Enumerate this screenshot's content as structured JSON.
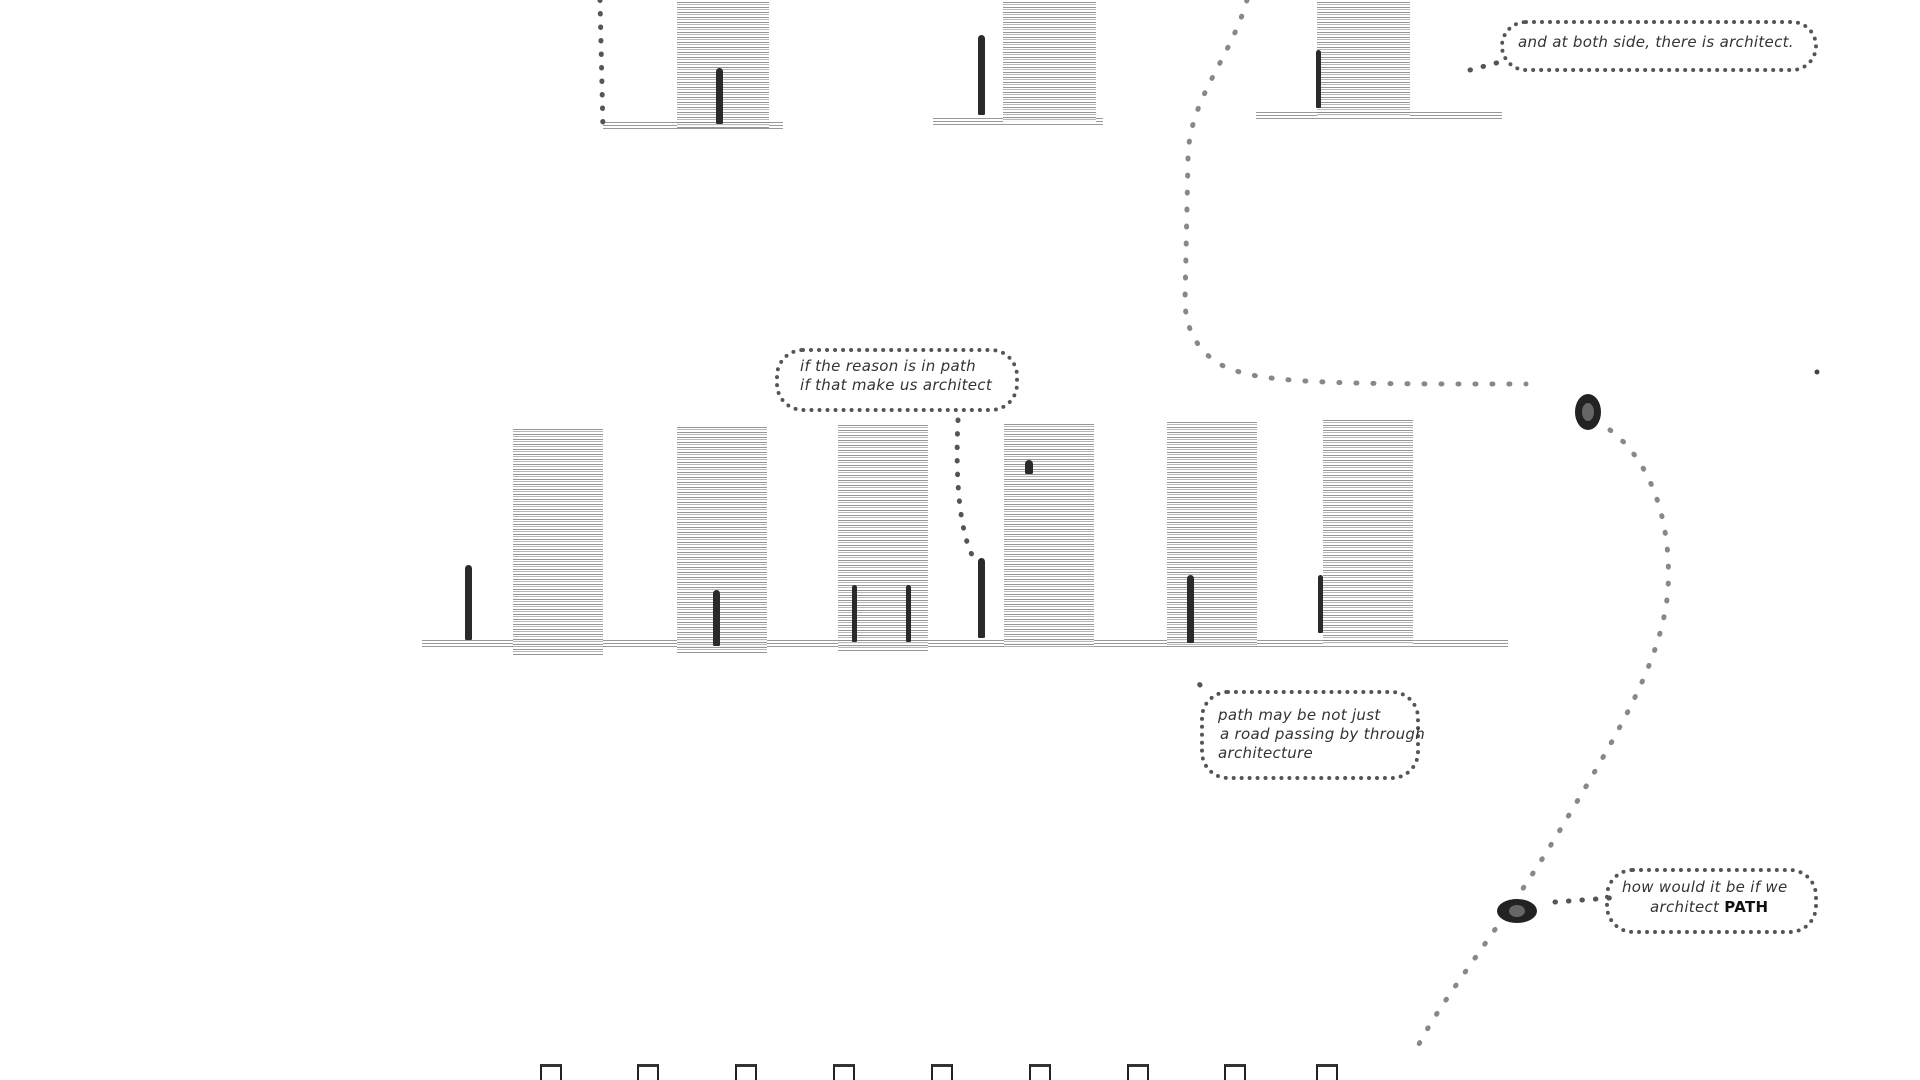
{
  "notes": {
    "both_sides": "and at both side, there is architect.",
    "reason_line1": "if the reason is in path",
    "reason_line2": "if that make us architect",
    "path_line1": "path may be not just",
    "path_line2": "a road passing by through",
    "path_line3": "architecture",
    "how_line1": "how would it be if we",
    "how_line2": "architect",
    "how_emphasis": "PATH"
  },
  "colors": {
    "ink": "#2a2a2a",
    "dots": "#555555",
    "hatch": "#8a8a8a"
  }
}
